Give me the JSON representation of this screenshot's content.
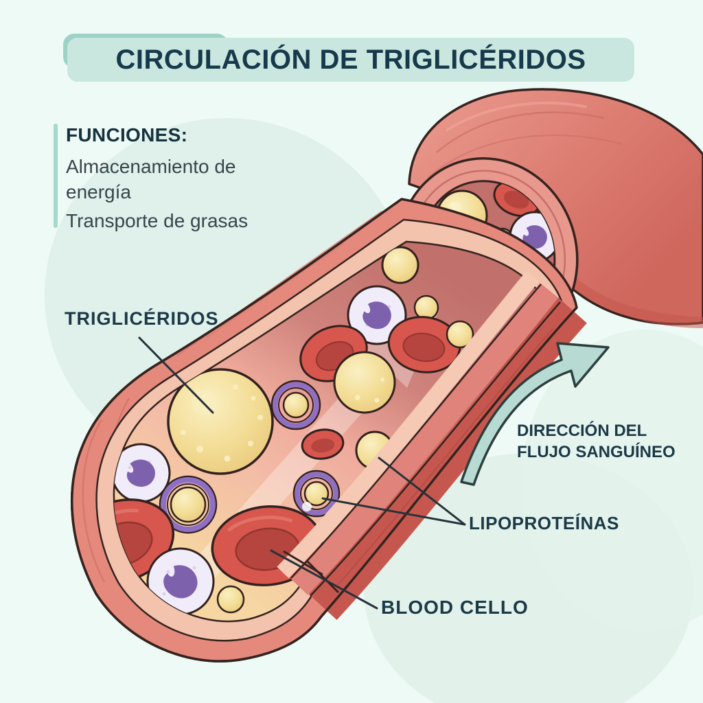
{
  "title": "CIRCULACIÓN DE TRIGLICÉRIDOS",
  "functions": {
    "heading": "FUNCIONES:",
    "items": [
      "Almacenamiento de energía",
      "Transporte de grasas"
    ]
  },
  "callouts": {
    "triglycerides": "TRIGLICÉRIDOS",
    "flow_line1": "DIRECCIÓN DEL",
    "flow_line2": "FLUJO SANGUÍNEO",
    "lipoproteins": "LIPOPROTEÍNAS",
    "blood_cell": "BLOOD CELLO"
  },
  "figure": {
    "description": "Cut-away blood vessel showing triglyceride spheres, lipoprotein particles, red blood cells and white blood cells flowing inside",
    "elements": [
      "blood-vessel",
      "triglyceride-sphere",
      "lipoprotein-particle",
      "red-blood-cell",
      "white-blood-cell",
      "blood-flow-arrow"
    ]
  },
  "colors": {
    "background": "#eefaf6",
    "background_blob": "#dcefe7",
    "title_bg": "#c9e7df",
    "title_text": "#16394b",
    "body_text": "#37454c",
    "label_text": "#1b3947",
    "accent_bar": "#a6d9cb",
    "vessel_wall_salmon": "#e5897d",
    "vessel_cut_face_red": "#c5574e",
    "vessel_lining_pink": "#f3c3ae",
    "lumen_dark": "#c1706b",
    "lumen_pink": "#f0b0a1",
    "lumen_warm_yellow": "#f6d7a2",
    "rbc_red": "#d7564d",
    "wbc_body": "#f1ecfa",
    "wbc_nucleus": "#7e61ad",
    "triglyceride_yellow": "#f1d78e",
    "lipoprotein_ring_purple": "#8f6fc4",
    "flow_arrow_teal": "#b7dad3",
    "outline_dark": "#35231f"
  }
}
